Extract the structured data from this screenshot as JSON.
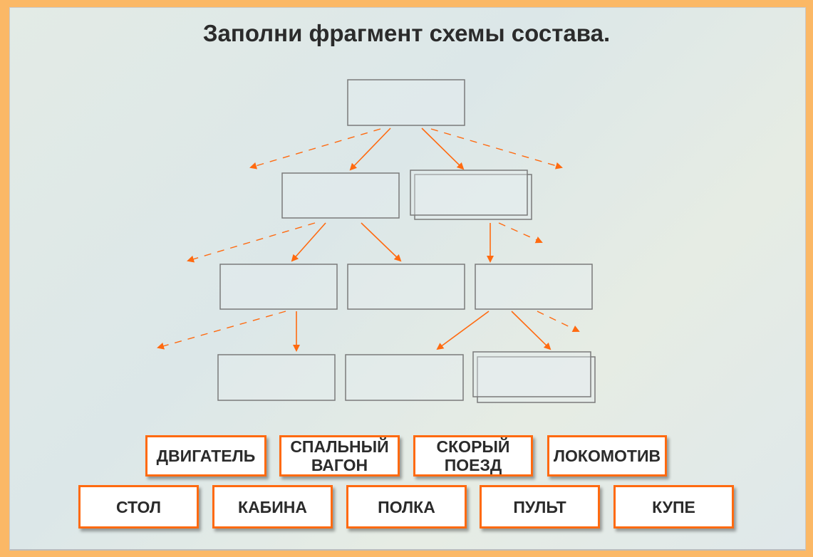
{
  "title": "Заполни фрагмент схемы состава.",
  "words_row1": [
    "ДВИГАТЕЛЬ",
    "СПАЛЬНЫЙ ВАГОН",
    "СКОРЫЙ ПОЕЗД",
    "ЛОКОМОТИВ"
  ],
  "words_row2": [
    "СТОЛ",
    "КАБИНА",
    "ПОЛКА",
    "ПУЛЬТ",
    "КУПЕ"
  ],
  "colors": {
    "accent": "#ff6a10",
    "frame": "#fbb866",
    "box_border": "#7a7a7a"
  }
}
